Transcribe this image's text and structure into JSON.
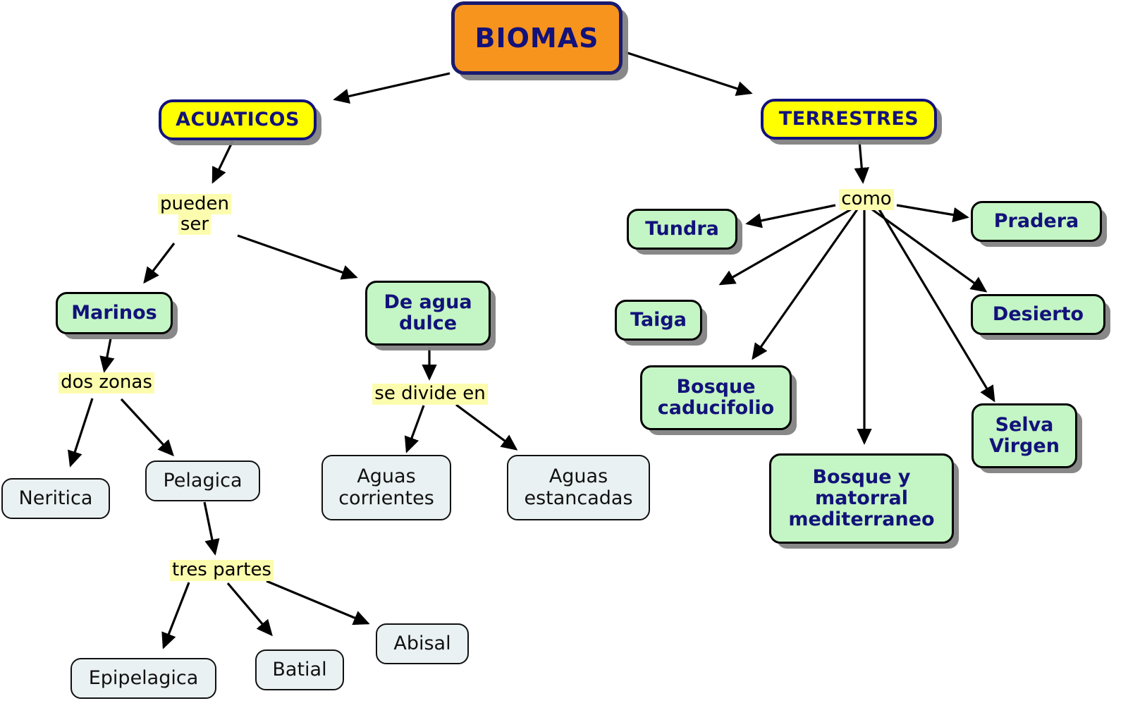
{
  "title": "BIOMAS",
  "colors": {
    "root_fill": "#f7941e",
    "root_border": "#1a1a6e",
    "category_fill": "#ffff00",
    "category_border": "#12127a",
    "concept_fill": "#c4f5c4",
    "concept_border": "#000000",
    "leaf_fill": "#eaf1f3",
    "leaf_border": "#111111",
    "link_highlight": "#fcfcae",
    "text_navy": "#12127a",
    "text_black": "#000000",
    "shadow": "#828282",
    "background": "#ffffff"
  },
  "nodes": {
    "root": {
      "label": "BIOMAS"
    },
    "acuaticos": {
      "label": "ACUATICOS"
    },
    "terrestres": {
      "label": "TERRESTRES"
    },
    "pueden_ser": {
      "line1": "pueden",
      "line2": "ser"
    },
    "como": {
      "label": "como"
    },
    "marinos": {
      "label": "Marinos"
    },
    "agua_dulce": {
      "line1": "De agua",
      "line2": "dulce"
    },
    "dos_zonas": {
      "label": "dos zonas"
    },
    "se_divide_en": {
      "label": "se divide en"
    },
    "neritica": {
      "label": "Neritica"
    },
    "pelagica": {
      "label": "Pelagica"
    },
    "aguas_corrientes": {
      "line1": "Aguas",
      "line2": "corrientes"
    },
    "aguas_estancadas": {
      "line1": "Aguas",
      "line2": "estancadas"
    },
    "tres_partes": {
      "label": "tres partes"
    },
    "epipelagica": {
      "label": "Epipelagica"
    },
    "batial": {
      "label": "Batial"
    },
    "abisal": {
      "label": "Abisal"
    },
    "tundra": {
      "label": "Tundra"
    },
    "taiga": {
      "label": "Taiga"
    },
    "bosque_caducifolio": {
      "line1": "Bosque",
      "line2": "caducifolio"
    },
    "bosque_matorral": {
      "line1": "Bosque y",
      "line2": "matorral",
      "line3": "mediterraneo"
    },
    "pradera": {
      "label": "Pradera"
    },
    "desierto": {
      "label": "Desierto"
    },
    "selva_virgen": {
      "line1": "Selva",
      "line2": "Virgen"
    }
  },
  "edges": [
    {
      "from": "root",
      "to": "acuaticos"
    },
    {
      "from": "root",
      "to": "terrestres"
    },
    {
      "from": "acuaticos",
      "to": "pueden_ser"
    },
    {
      "from": "pueden_ser",
      "to": "marinos"
    },
    {
      "from": "pueden_ser",
      "to": "agua_dulce"
    },
    {
      "from": "marinos",
      "to": "dos_zonas"
    },
    {
      "from": "dos_zonas",
      "to": "neritica"
    },
    {
      "from": "dos_zonas",
      "to": "pelagica"
    },
    {
      "from": "pelagica",
      "to": "tres_partes"
    },
    {
      "from": "tres_partes",
      "to": "epipelagica"
    },
    {
      "from": "tres_partes",
      "to": "batial"
    },
    {
      "from": "tres_partes",
      "to": "abisal"
    },
    {
      "from": "agua_dulce",
      "to": "se_divide_en"
    },
    {
      "from": "se_divide_en",
      "to": "aguas_corrientes"
    },
    {
      "from": "se_divide_en",
      "to": "aguas_estancadas"
    },
    {
      "from": "terrestres",
      "to": "como"
    },
    {
      "from": "como",
      "to": "tundra"
    },
    {
      "from": "como",
      "to": "taiga"
    },
    {
      "from": "como",
      "to": "bosque_caducifolio"
    },
    {
      "from": "como",
      "to": "bosque_matorral"
    },
    {
      "from": "como",
      "to": "selva_virgen"
    },
    {
      "from": "como",
      "to": "desierto"
    },
    {
      "from": "como",
      "to": "pradera"
    }
  ]
}
